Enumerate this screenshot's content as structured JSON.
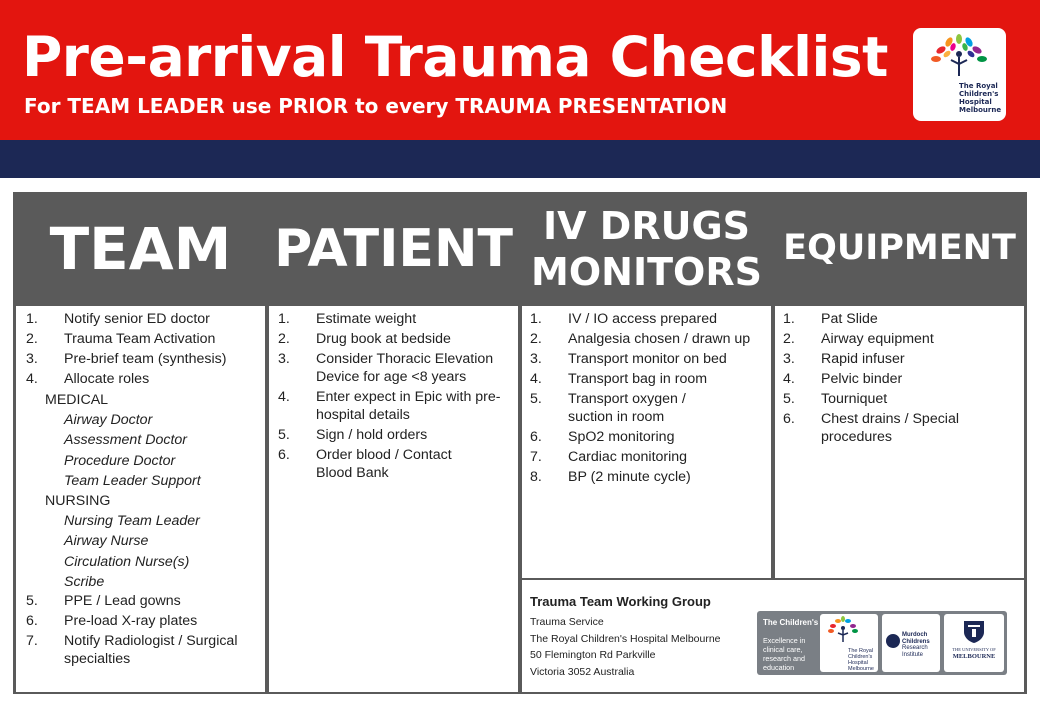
{
  "header": {
    "title": "Pre-arrival Trauma Checklist",
    "subtitle": "For TEAM LEADER use PRIOR to every TRAUMA PRESENTATION",
    "logo_lines": [
      "The Royal",
      "Children's",
      "Hospital",
      "Melbourne"
    ]
  },
  "columns": {
    "team": {
      "heading": "TEAM",
      "items": [
        {
          "num": "1.",
          "text": "Notify senior ED doctor"
        },
        {
          "num": "2.",
          "text": "Trauma Team Activation"
        },
        {
          "num": "3.",
          "text": "Pre-brief team (synthesis)"
        },
        {
          "num": "4.",
          "text": "Allocate roles"
        }
      ],
      "medical_label": "MEDICAL",
      "medical_roles": [
        "Airway Doctor",
        "Assessment  Doctor",
        "Procedure Doctor",
        "Team  Leader Support"
      ],
      "nursing_label": "NURSING",
      "nursing_roles": [
        "Nursing Team Leader",
        "Airway Nurse",
        "Circulation Nurse(s)",
        "Scribe"
      ],
      "items_after": [
        {
          "num": "5.",
          "text": "PPE / Lead gowns"
        },
        {
          "num": "6.",
          "text": "Pre-load X-ray plates"
        },
        {
          "num": "7.",
          "text": "Notify Radiologist / Surgical specialties"
        }
      ]
    },
    "patient": {
      "heading": "PATIENT",
      "items": [
        {
          "num": "1.",
          "text": "Estimate weight"
        },
        {
          "num": "2.",
          "text": "Drug book at bedside"
        },
        {
          "num": "3.",
          "text": "Consider Thoracic Elevation Device for age <8 years"
        },
        {
          "num": "4.",
          "text": "Enter expect in Epic with pre-hospital details"
        },
        {
          "num": "5.",
          "text": "Sign / hold orders"
        },
        {
          "num": "6.",
          "text": "Order blood / Contact Blood Bank"
        }
      ]
    },
    "drugs": {
      "heading_line1": "IV DRUGS",
      "heading_line2": "MONITORS",
      "items": [
        {
          "num": "1.",
          "text": "IV / IO access prepared"
        },
        {
          "num": "2.",
          "text": "Analgesia chosen / drawn up"
        },
        {
          "num": "3.",
          "text": "Transport monitor on bed"
        },
        {
          "num": "4.",
          "text": "Transport bag in room"
        },
        {
          "num": "5.",
          "text": "Transport oxygen / suction in room"
        },
        {
          "num": "6.",
          "text": "SpO2 monitoring"
        },
        {
          "num": "7.",
          "text": "Cardiac monitoring"
        },
        {
          "num": "8.",
          "text": "BP (2 minute cycle)"
        }
      ]
    },
    "equipment": {
      "heading": "EQUIPMENT",
      "items": [
        {
          "num": "1.",
          "text": "Pat Slide"
        },
        {
          "num": "2.",
          "text": "Airway equipment"
        },
        {
          "num": "3.",
          "text": "Rapid infuser"
        },
        {
          "num": "4.",
          "text": "Pelvic binder"
        },
        {
          "num": "5.",
          "text": "Tourniquet"
        },
        {
          "num": "6.",
          "text": "Chest drains / Special procedures"
        }
      ]
    }
  },
  "contact": {
    "org": "Trauma Team Working Group",
    "lines": [
      "Trauma Service",
      "The Royal Children's Hospital Melbourne",
      "50 Flemington Rd Parkville",
      "Victoria 3052 Australia"
    ]
  },
  "partners": {
    "heading": "The Children's",
    "description": "Excellence in clinical care, research and education",
    "rch": [
      "The Royal",
      "Children's",
      "Hospital",
      "Melbourne"
    ],
    "mcri": [
      "Murdoch",
      "Childrens",
      "Research",
      "Institute"
    ],
    "uom": [
      "THE UNIVERSITY OF",
      "MELBOURNE"
    ]
  },
  "colors": {
    "header_red": "#e3150f",
    "navy_band": "#1c2855",
    "panel_grey": "#5a5a5a"
  }
}
